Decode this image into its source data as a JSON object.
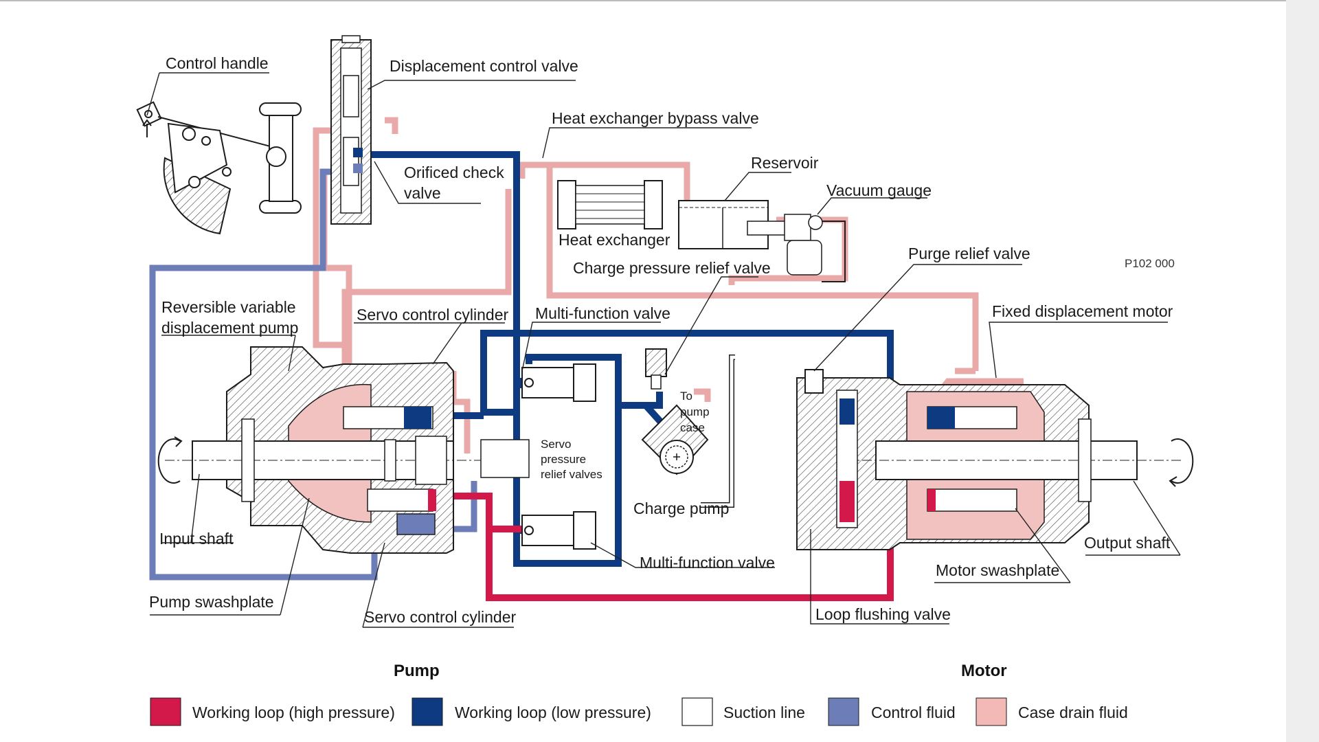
{
  "diagram": {
    "code": "P102 000",
    "labels": {
      "control_handle": "Control handle",
      "displacement_control_valve": "Displacement control valve",
      "heat_exchanger_bypass_valve": "Heat exchanger bypass valve",
      "orificed_check_valve_1": "Orificed check",
      "orificed_check_valve_2": "valve",
      "reservoir": "Reservoir",
      "vacuum_gauge": "Vacuum gauge",
      "heat_exchanger": "Heat exchanger",
      "purge_relief_valve": "Purge relief valve",
      "charge_pressure_relief_valve": "Charge pressure relief valve",
      "reversible_pump_1": "Reversible variable",
      "reversible_pump_2": "displacement pump",
      "servo_control_cylinder_top": "Servo control cylinder",
      "multi_function_valve_top": "Multi-function valve",
      "fixed_displacement_motor": "Fixed displacement motor",
      "to_pump_case_1": "To",
      "to_pump_case_2": "pump",
      "to_pump_case_3": "case",
      "servo_relief_1": "Servo",
      "servo_relief_2": "pressure",
      "servo_relief_3": "relief valves",
      "charge_pump": "Charge pump",
      "input_shaft": "Input shaft",
      "output_shaft": "Output shaft",
      "multi_function_valve_bottom": "Multi-function valve",
      "motor_swashplate": "Motor swashplate",
      "pump_swashplate": "Pump swashplate",
      "servo_control_cylinder_bottom": "Servo control cylinder",
      "loop_flushing_valve": "Loop flushing valve"
    }
  },
  "legend": {
    "headings": {
      "pump": "Pump",
      "motor": "Motor"
    },
    "items": [
      {
        "label": "Working loop (high pressure)",
        "color": "#d3184a"
      },
      {
        "label": "Working loop (low pressure)",
        "color": "#0d3a80"
      },
      {
        "label": "Suction line",
        "color": "#ffffff"
      },
      {
        "label": "Control fluid",
        "color": "#6d7db8"
      },
      {
        "label": "Case drain fluid",
        "color": "#f2b9b6"
      }
    ]
  }
}
